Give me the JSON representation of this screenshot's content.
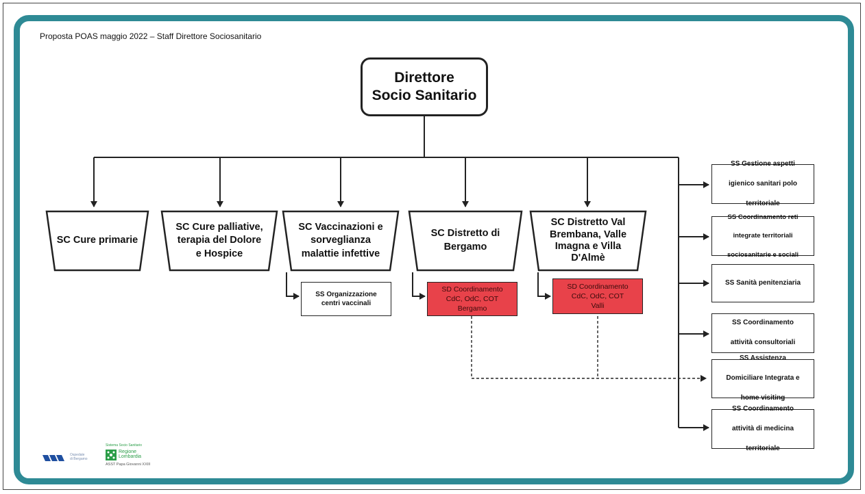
{
  "title": "Proposta POAS maggio 2022 – Staff Direttore Sociosanitario",
  "root": [
    "Direttore",
    "Socio Sanitario"
  ],
  "units": [
    {
      "label": [
        "SC Cure primarie"
      ]
    },
    {
      "label": [
        "SC Cure palliative,",
        "terapia del Dolore",
        "e Hospice"
      ]
    },
    {
      "label": [
        "SC Vaccinazioni e",
        "sorveglianza",
        "malattie infettive"
      ]
    },
    {
      "label": [
        "SC  Distretto di",
        "Bergamo"
      ]
    },
    {
      "label": [
        "SC Distretto Val",
        "Brembana, Valle",
        "Imagna e Villa",
        "D'Almè"
      ]
    }
  ],
  "sub_units": [
    {
      "label": [
        "SS Organizzazione",
        "centri vaccinali"
      ]
    },
    {
      "label": [
        "SD Coordinamento",
        "CdC, OdC, COT",
        "Bergamo"
      ]
    },
    {
      "label": [
        "SD Coordinamento",
        "CdC, OdC, COT",
        "Valli"
      ]
    }
  ],
  "staff_units": [
    {
      "label": [
        "SS  Gestione aspetti",
        "igienico sanitari polo",
        "territoriale"
      ]
    },
    {
      "label": [
        "SS  Coordinamento reti",
        "integrate territoriali",
        "sociosanitarie e sociali"
      ]
    },
    {
      "label": [
        "SS  Sanità penitenziaria"
      ]
    },
    {
      "label": [
        "SS Coordinamento",
        "attività consultoriali"
      ]
    },
    {
      "label": [
        "SS Assistenza",
        "Domiciliare Integrata e",
        "home visiting"
      ]
    },
    {
      "label": [
        "SS Coordinamento",
        "attività di medicina",
        "territoriale"
      ]
    }
  ],
  "logos": {
    "left": [
      "Ospedale",
      "di Bergamo"
    ],
    "right": [
      "Sistema Socio Sanitario",
      "Regione",
      "Lombardia",
      "ASST Papa Giovanni XXIII"
    ]
  },
  "colors": {
    "frame": "#2e8a95",
    "highlight": "#e8424a",
    "logo_green": "#2a9d47",
    "logo_blue": "#1f4fa0"
  }
}
